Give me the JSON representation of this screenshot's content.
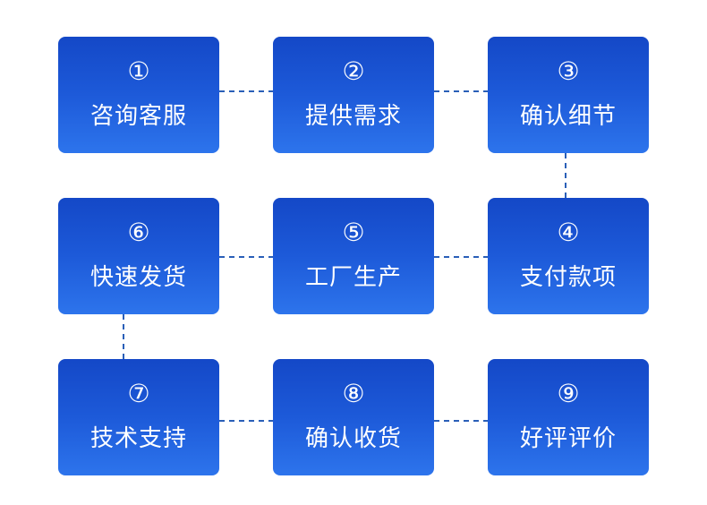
{
  "flow": {
    "steps": [
      {
        "number": "①",
        "label": "咨询客服"
      },
      {
        "number": "②",
        "label": "提供需求"
      },
      {
        "number": "③",
        "label": "确认细节"
      },
      {
        "number": "④",
        "label": "支付款项"
      },
      {
        "number": "⑤",
        "label": "工厂生产"
      },
      {
        "number": "⑥",
        "label": "快速发货"
      },
      {
        "number": "⑦",
        "label": "技术支持"
      },
      {
        "number": "⑧",
        "label": "确认收货"
      },
      {
        "number": "⑨",
        "label": "好评评价"
      }
    ],
    "colors": {
      "box_top": "#1448c7",
      "box_bottom": "#2d74ec",
      "connector": "#2a5fb8",
      "text": "#ffffff"
    }
  }
}
